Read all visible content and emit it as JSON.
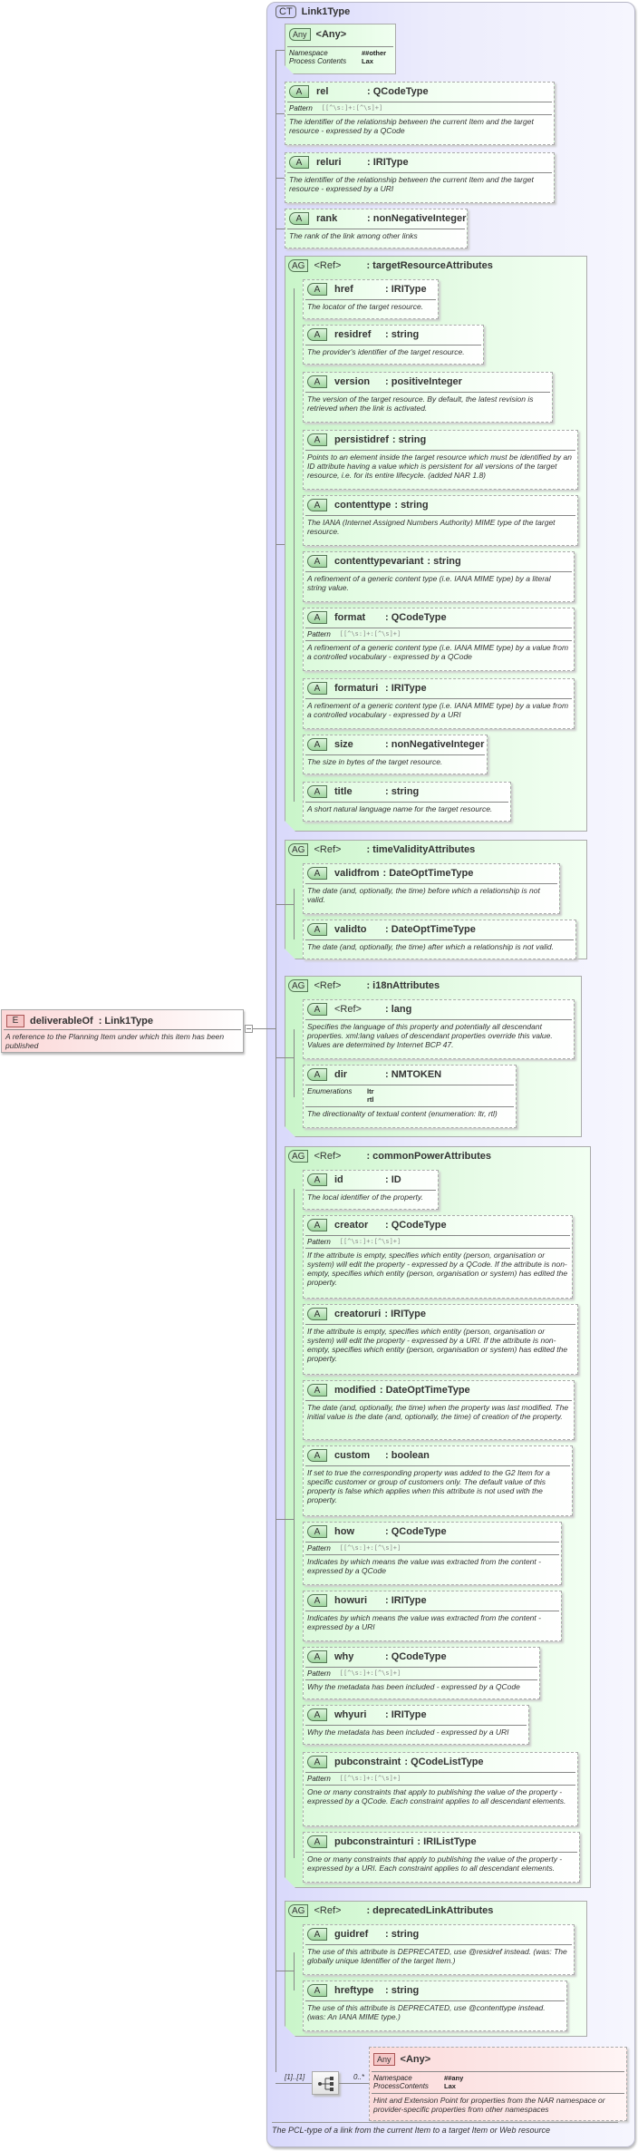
{
  "complex_type": {
    "badge": "CT",
    "name": "Link1Type",
    "description": "The PCL-type of a link from the current Item to a target Item or Web resource"
  },
  "any_other": {
    "badge": "Any",
    "title": "<Any>",
    "namespace_label": "Namespace",
    "namespace_value": "##other",
    "process_label": "Process Contents",
    "process_value": "Lax"
  },
  "top_attributes": [
    {
      "name": "rel",
      "type": ": QCodeType",
      "pattern_label": "Pattern",
      "pattern": "[[^\\s:]+:[^\\s]+]",
      "description": "The identifier of the relationship between the current Item and the target resource - expressed by a QCode"
    },
    {
      "name": "reluri",
      "type": ": IRIType",
      "description": "The identifier of the relationship between the current Item and the target resource - expressed by a URI"
    },
    {
      "name": "rank",
      "type": ": nonNegativeInteger",
      "description": "The rank of the link among other links"
    }
  ],
  "attribute_groups": [
    {
      "badge": "AG",
      "ref": "<Ref>",
      "name": ": targetResourceAttributes",
      "attributes": [
        {
          "name": "href",
          "type": ": IRIType",
          "description": "The locator of the target resource."
        },
        {
          "name": "residref",
          "type": ": string",
          "description": "The  provider's identifier of the target resource."
        },
        {
          "name": "version",
          "type": ": positiveInteger",
          "description": "The version of the target resource. By default, the latest revision is retrieved when the link is activated."
        },
        {
          "name": "persistidref",
          "type": ": string",
          "description": "Points to an element inside the target resource which must be identified by an ID attribute having a value which is persistent for all versions of the target resource, i.e. for its entire lifecycle. (added NAR 1.8)"
        },
        {
          "name": "contenttype",
          "type": ": string",
          "description": "The IANA (Internet Assigned Numbers Authority) MIME type of the target resource."
        },
        {
          "name": "contenttypevariant",
          "type": ": string",
          "description": "A refinement of a generic content type (i.e. IANA MIME type) by a literal string value."
        },
        {
          "name": "format",
          "type": ": QCodeType",
          "pattern_label": "Pattern",
          "pattern": "[[^\\s:]+:[^\\s]+]",
          "description": "A refinement of a generic content type (i.e. IANA MIME type) by a value from a controlled vocabulary - expressed by a QCode"
        },
        {
          "name": "formaturi",
          "type": ": IRIType",
          "description": "A refinement of a generic content type (i.e. IANA MIME type) by a value from a controlled vocabulary - expressed by a URI"
        },
        {
          "name": "size",
          "type": ": nonNegativeInteger",
          "description": "The size in bytes of the target resource."
        },
        {
          "name": "title",
          "type": ": string",
          "description": "A short natural language name for the target resource."
        }
      ]
    },
    {
      "badge": "AG",
      "ref": "<Ref>",
      "name": ": timeValidityAttributes",
      "attributes": [
        {
          "name": "validfrom",
          "type": ": DateOptTimeType",
          "description": "The date (and, optionally, the time) before which a relationship is not valid."
        },
        {
          "name": "validto",
          "type": ": DateOptTimeType",
          "description": "The date (and, optionally, the time) after which a relationship is not valid."
        }
      ]
    },
    {
      "badge": "AG",
      "ref": "<Ref>",
      "name": ": i18nAttributes",
      "attributes": [
        {
          "name": "<Ref>",
          "type": ": lang",
          "description": "Specifies the language of this property and potentially all descendant properties. xml:lang values of descendant properties override this value. Values are determined by Internet BCP 47."
        },
        {
          "name": "dir",
          "type": ": NMTOKEN",
          "enum_label": "Enumerations",
          "enum": [
            "ltr",
            "rtl"
          ],
          "description": "The directionality of textual content (enumeration: ltr, rtl)"
        }
      ]
    },
    {
      "badge": "AG",
      "ref": "<Ref>",
      "name": ": commonPowerAttributes",
      "attributes": [
        {
          "name": "id",
          "type": ": ID",
          "description": "The local identifier of the property."
        },
        {
          "name": "creator",
          "type": ": QCodeType",
          "pattern_label": "Pattern",
          "pattern": "[[^\\s:]+:[^\\s]+]",
          "description": "If the attribute is empty, specifies which entity (person, organisation or system) will edit the property - expressed by a QCode. If the attribute is non-empty, specifies which entity (person, organisation or system) has edited the property."
        },
        {
          "name": "creatoruri",
          "type": ": IRIType",
          "description": "If the attribute is empty, specifies which entity (person, organisation or system) will edit the property - expressed by a URI. If the attribute is non-empty, specifies which entity (person, organisation or system) has edited the property."
        },
        {
          "name": "modified",
          "type": ": DateOptTimeType",
          "description": "The date (and, optionally, the time) when the property was last modified. The initial value is the date (and, optionally, the time) of creation of the property."
        },
        {
          "name": "custom",
          "type": ": boolean",
          "description": "If set to true the corresponding property was added to the G2 Item for a specific customer or group of customers only. The default value of this property is false which applies when this attribute is not used with the property."
        },
        {
          "name": "how",
          "type": ": QCodeType",
          "pattern_label": "Pattern",
          "pattern": "[[^\\s:]+:[^\\s]+]",
          "description": "Indicates by which means the value was extracted from the content - expressed by a QCode"
        },
        {
          "name": "howuri",
          "type": ": IRIType",
          "description": "Indicates by which means the value was extracted from the content - expressed by a URI"
        },
        {
          "name": "why",
          "type": ": QCodeType",
          "pattern_label": "Pattern",
          "pattern": "[[^\\s:]+:[^\\s]+]",
          "description": "Why the metadata has been included - expressed by a QCode"
        },
        {
          "name": "whyuri",
          "type": ": IRIType",
          "description": "Why the metadata has been included - expressed by a URI"
        },
        {
          "name": "pubconstraint",
          "type": ": QCodeListType",
          "pattern_label": "Pattern",
          "pattern": "[[^\\s:]+:[^\\s]+]",
          "description": "One or many constraints that apply to publishing the value of the property - expressed by a QCode. Each constraint applies to all descendant elements."
        },
        {
          "name": "pubconstrainturi",
          "type": ": IRIListType",
          "description": "One or many constraints that apply to publishing the value of the property - expressed by a URI. Each constraint applies to all descendant elements."
        }
      ]
    },
    {
      "badge": "AG",
      "ref": "<Ref>",
      "name": ": deprecatedLinkAttributes",
      "attributes": [
        {
          "name": "guidref",
          "type": ": string",
          "description": "The use of this attribute is DEPRECATED, use @residref instead. (was: The globally unique Identifier of the target Item.)"
        },
        {
          "name": "hreftype",
          "type": ": string",
          "description": "The use of this attribute is DEPRECATED, use @contenttype instead. (was: An IANA MIME type.)"
        }
      ]
    }
  ],
  "sequence": {
    "outer_cardinality": "[1]..[1]",
    "inner_cardinality": "0..*"
  },
  "any_any": {
    "badge": "Any",
    "title": "<Any>",
    "namespace_label": "Namespace",
    "namespace_value": "##any",
    "process_label": "ProcessContents",
    "process_value": "Lax",
    "description": "Hint and Extension Point for properties from the NAR namespace or provider-specific properties from other namespaces"
  },
  "element": {
    "badge": "E",
    "name": "deliverableOf",
    "type": ": Link1Type",
    "description": "A reference to the Planning Item under which this item has been published"
  }
}
